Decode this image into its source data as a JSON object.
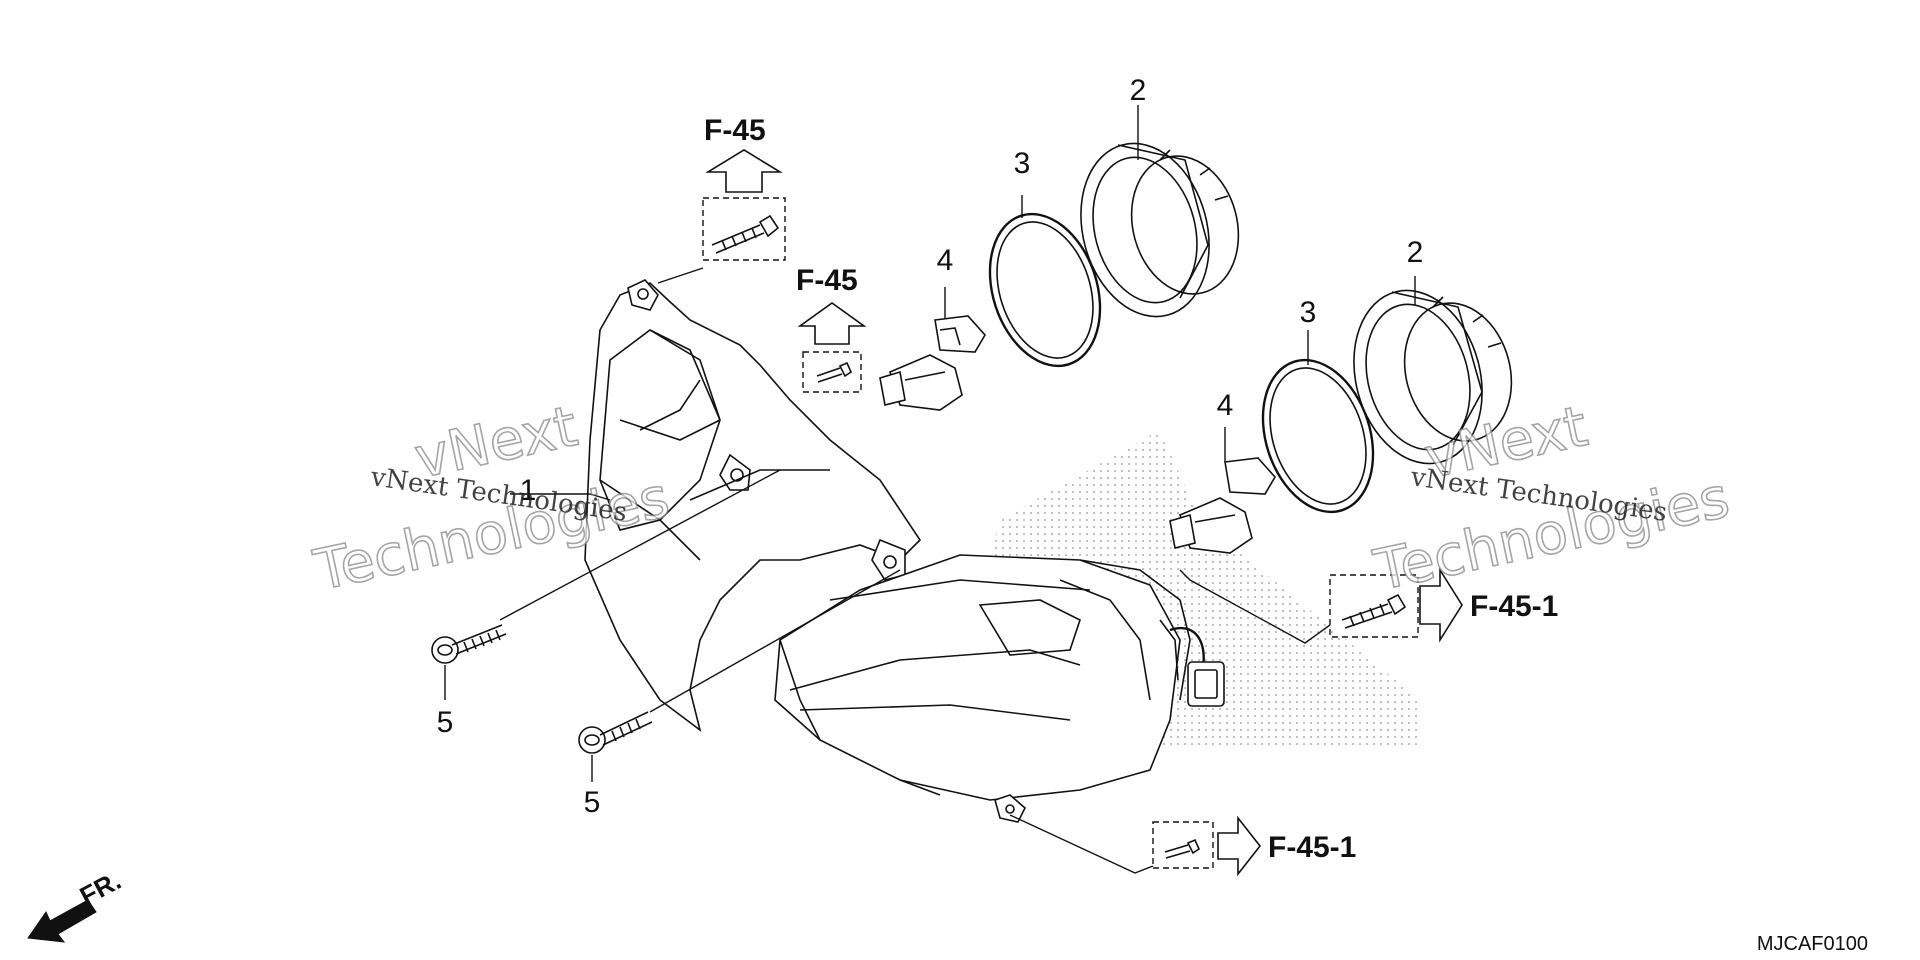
{
  "diagram": {
    "part_numbers": [
      "1",
      "2",
      "2",
      "3",
      "3",
      "4",
      "4",
      "5",
      "5"
    ],
    "reference_labels": [
      "F-45",
      "F-45",
      "F-45-1",
      "F-45-1"
    ],
    "direction_label": "FR.",
    "diagram_code": "MJCAF0100",
    "watermark": {
      "small_text": "vNext Technologies",
      "large_line1": "vNext",
      "large_line2": "Technologies"
    }
  }
}
